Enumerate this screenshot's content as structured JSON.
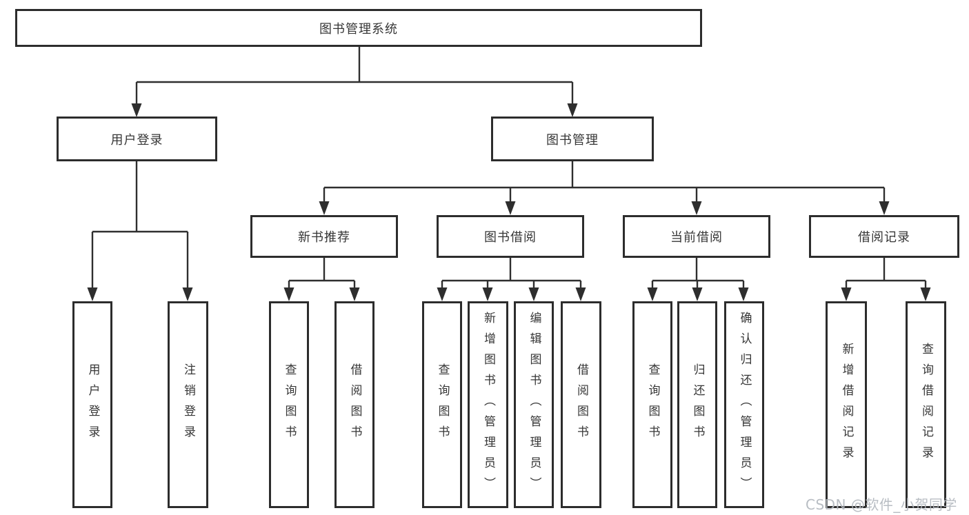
{
  "tree": {
    "label": "图书管理系统",
    "children": [
      {
        "label": "用户登录",
        "children": [
          {
            "label": "用户登录"
          },
          {
            "label": "注销登录"
          }
        ]
      },
      {
        "label": "图书管理",
        "children": [
          {
            "label": "新书推荐",
            "children": [
              {
                "label": "查询图书"
              },
              {
                "label": "借阅图书"
              }
            ]
          },
          {
            "label": "图书借阅",
            "children": [
              {
                "label": "查询图书"
              },
              {
                "label": "新增图书（管理员）"
              },
              {
                "label": "编辑图书（管理员）"
              },
              {
                "label": "借阅图书"
              }
            ]
          },
          {
            "label": "当前借阅",
            "children": [
              {
                "label": "查询图书"
              },
              {
                "label": "归还图书"
              },
              {
                "label": "确认归还（管理员）"
              }
            ]
          },
          {
            "label": "借阅记录",
            "children": [
              {
                "label": "新增借阅记录"
              },
              {
                "label": "查询借阅记录"
              }
            ]
          }
        ]
      }
    ]
  },
  "watermark": {
    "text": "CSDN @软件_小贺同学"
  },
  "colors": {
    "line": "#2e2e2e",
    "border": "#2c2c2c",
    "text": "#363636",
    "watermark": "#b2b7be",
    "background": "#ffffff"
  }
}
